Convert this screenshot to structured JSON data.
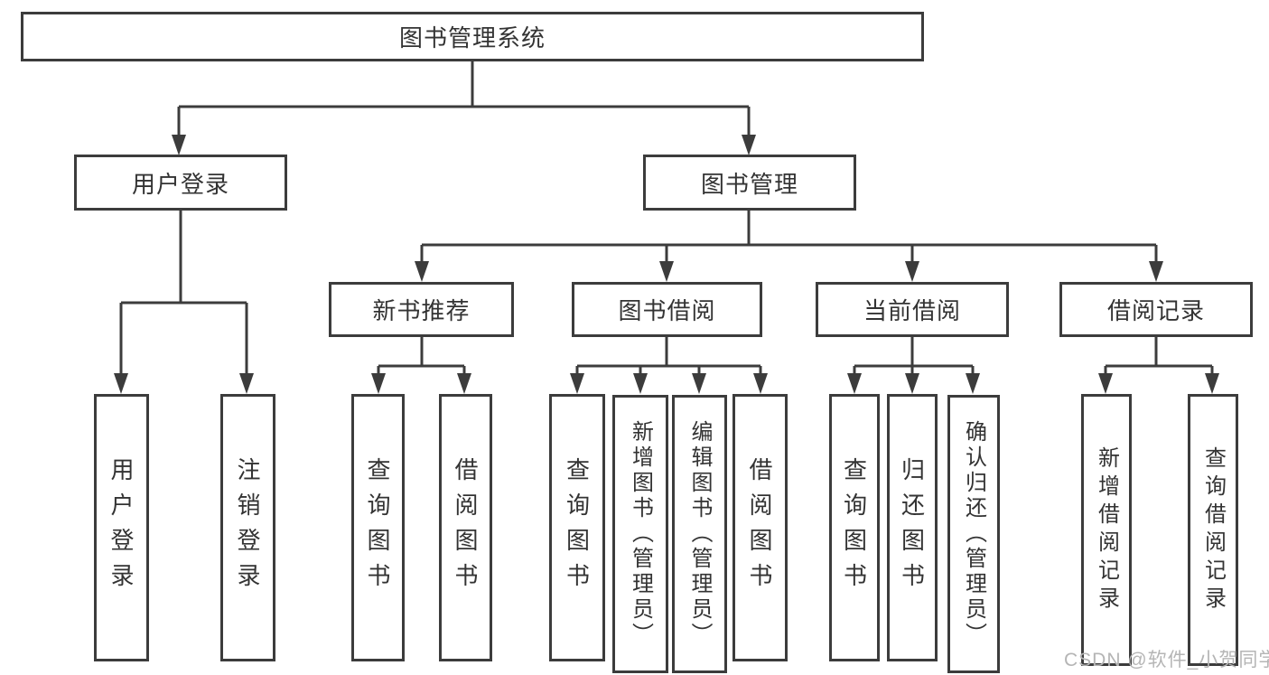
{
  "diagram": {
    "root": {
      "label": "图书管理系统"
    },
    "level2": [
      {
        "label": "用户登录"
      },
      {
        "label": "图书管理"
      }
    ],
    "level3": [
      {
        "label": "新书推荐",
        "parent": "图书管理"
      },
      {
        "label": "图书借阅",
        "parent": "图书管理"
      },
      {
        "label": "当前借阅",
        "parent": "图书管理"
      },
      {
        "label": "借阅记录",
        "parent": "图书管理"
      }
    ],
    "leaves": [
      {
        "label": "用户登录",
        "parent": "用户登录"
      },
      {
        "label": "注销登录",
        "parent": "用户登录"
      },
      {
        "label": "查询图书",
        "parent": "新书推荐"
      },
      {
        "label": "借阅图书",
        "parent": "新书推荐"
      },
      {
        "label": "查询图书",
        "parent": "图书借阅"
      },
      {
        "label": "新增图书（管理员）",
        "parent": "图书借阅"
      },
      {
        "label": "编辑图书（管理员）",
        "parent": "图书借阅"
      },
      {
        "label": "借阅图书",
        "parent": "图书借阅"
      },
      {
        "label": "查询图书",
        "parent": "当前借阅"
      },
      {
        "label": "归还图书",
        "parent": "当前借阅"
      },
      {
        "label": "确认归还（管理员）",
        "parent": "当前借阅"
      },
      {
        "label": "新增借阅记录",
        "parent": "借阅记录"
      },
      {
        "label": "查询借阅记录",
        "parent": "借阅记录"
      }
    ],
    "colors": {
      "line": "#3c3c3c",
      "text": "#333333",
      "background": "#ffffff",
      "watermark": "#b5b5b5"
    }
  },
  "watermark": {
    "text": "CSDN @软件_小贺同学"
  }
}
